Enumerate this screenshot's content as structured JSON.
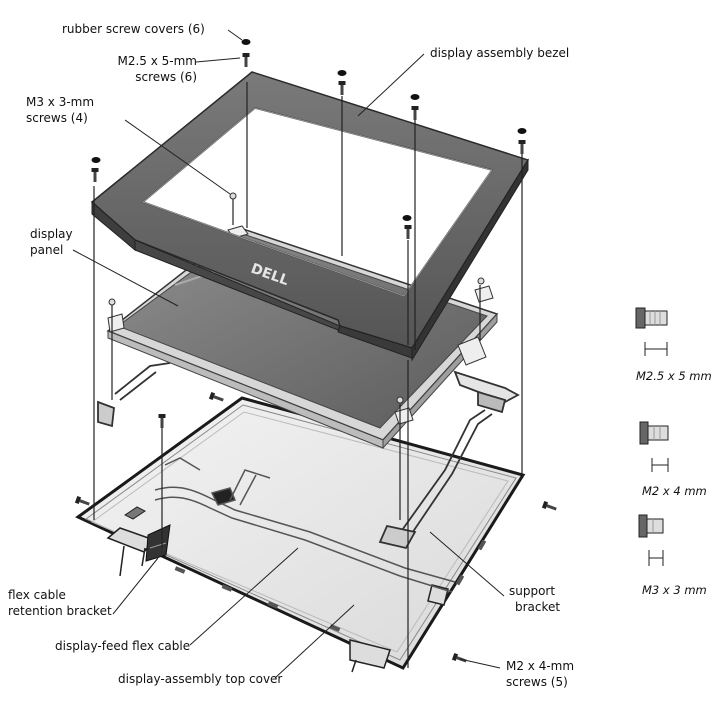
{
  "callouts": {
    "rubber_screw_covers": "rubber screw covers (6)",
    "m25_screws_line1": "M2.5 x 5-mm",
    "m25_screws_line2": "screws (6)",
    "m3_screws_line1": "M3 x 3-mm",
    "m3_screws_line2": "screws (4)",
    "display_panel_line1": "display",
    "display_panel_line2": "panel",
    "display_assembly_bezel": "display assembly bezel",
    "flex_bracket_line1": "flex cable",
    "flex_bracket_line2": "retention bracket",
    "display_feed_flex_cable": "display-feed flex cable",
    "top_cover": "display-assembly top cover",
    "support_bracket_line1": "support",
    "support_bracket_line2": "bracket",
    "m2_screws_line1": "M2 x 4-mm",
    "m2_screws_line2": "screws (5)"
  },
  "bezel_logo": "DELL",
  "legend": {
    "m25": "M2.5 x 5 mm",
    "m2": "M2 x 4 mm",
    "m3": "M3 x 3 mm"
  }
}
